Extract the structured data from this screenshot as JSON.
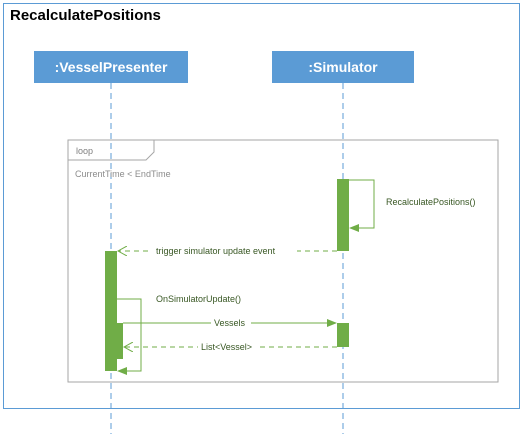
{
  "diagram": {
    "title": "RecalculatePositions",
    "lifelines": [
      {
        "name": ":VesselPresenter"
      },
      {
        "name": ":Simulator"
      }
    ],
    "fragment": {
      "operator": "loop",
      "guard": "CurrentTime < EndTime"
    },
    "messages": [
      {
        "label": "RecalculatePositions()",
        "kind": "self-call",
        "lifeline": ":Simulator"
      },
      {
        "label": "trigger simulator update event",
        "kind": "return",
        "from": ":Simulator",
        "to": ":VesselPresenter"
      },
      {
        "label": "OnSimulatorUpdate()",
        "kind": "self-call",
        "lifeline": ":VesselPresenter"
      },
      {
        "label": "Vessels",
        "kind": "call",
        "from": ":VesselPresenter",
        "to": ":Simulator"
      },
      {
        "label": "List<Vessel>",
        "kind": "return",
        "from": ":Simulator",
        "to": ":VesselPresenter"
      }
    ],
    "colors": {
      "frame": "#5b9bd5",
      "lifeline_head": "#5b9bd5",
      "activation": "#70ad47",
      "message": "#70ad47",
      "fragment": "#a6a6a6"
    }
  }
}
